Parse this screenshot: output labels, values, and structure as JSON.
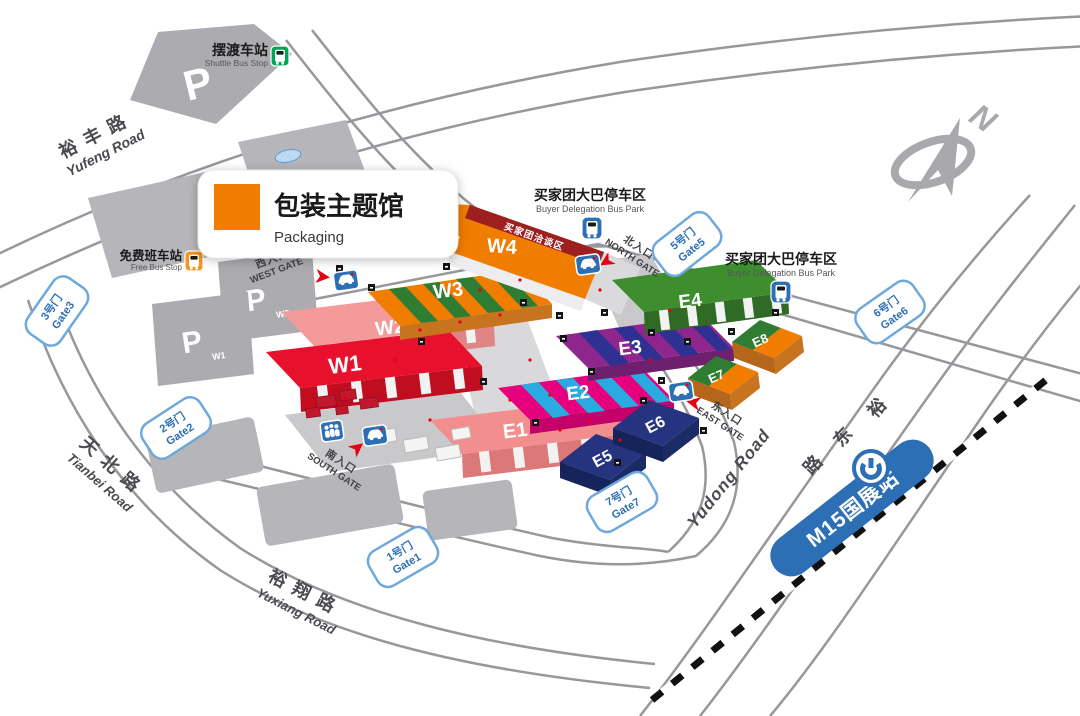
{
  "legend": {
    "swatch_color": "#F07D00",
    "title": "包装主题馆",
    "subtitle": "Packaging"
  },
  "compass": {
    "north": "N"
  },
  "roads": {
    "yufeng": {
      "zh": "裕丰路",
      "en": "Yufeng Road"
    },
    "tianbei": {
      "zh": "天北路",
      "en": "Tianbei Road"
    },
    "yuxiang": {
      "zh": "裕翔路",
      "en": "Yuxiang Road"
    },
    "yudong": {
      "en": "Yudong Road",
      "chars": [
        "裕",
        "东",
        "路"
      ]
    }
  },
  "gates": {
    "gate1": {
      "zh": "1号门",
      "en": "Gate1"
    },
    "gate2": {
      "zh": "2号门",
      "en": "Gate2"
    },
    "gate3": {
      "zh": "3号门",
      "en": "Gate3"
    },
    "gate5": {
      "zh": "5号门",
      "en": "Gate5"
    },
    "gate6": {
      "zh": "6号门",
      "en": "Gate6"
    },
    "gate7": {
      "zh": "7号门",
      "en": "Gate7"
    }
  },
  "entrances": {
    "west": {
      "zh": "西入口",
      "en": "WEST GATE"
    },
    "north": {
      "zh": "北入口",
      "en": "NORTH GATE"
    },
    "south": {
      "zh": "南入口",
      "en": "SOUTH GATE"
    },
    "east": {
      "zh": "东入口",
      "en": "EAST GATE"
    }
  },
  "transit": {
    "shuttle": {
      "zh": "摆渡车站",
      "en": "Shuttle Bus Stop",
      "color": "#00A650"
    },
    "free_bus": {
      "zh": "免费班车站",
      "en": "Free Bus Stop",
      "color": "#F7941D"
    },
    "buyer_bus_north": {
      "zh": "买家团大巴停车区",
      "en": "Buyer Delegation Bus Park",
      "color": "#2D6FB5"
    },
    "buyer_bus_east": {
      "zh": "买家团大巴停车区",
      "en": "Buyer Delegation Bus Park",
      "color": "#2D6FB5"
    },
    "metro": {
      "label": "M15国展站",
      "color": "#2D6FB5"
    }
  },
  "parking": {
    "main": "P",
    "w1": {
      "p": "P",
      "sub": "W1"
    },
    "w2": {
      "p": "P",
      "sub": "W2"
    }
  },
  "halls": {
    "w1": {
      "id": "W1",
      "color": "#E8112D"
    },
    "w2": {
      "id": "W2",
      "color": "#F49A9A"
    },
    "w3": {
      "id": "W3",
      "color": "#F07D00",
      "stripe": "#2E7D32"
    },
    "w4": {
      "id": "W4",
      "color": "#F07D00",
      "banner": "买家团洽谈区",
      "banner_color": "#9E1F1F"
    },
    "e1": {
      "id": "E1",
      "color": "#F28E8E"
    },
    "e2": {
      "id": "E2",
      "color": "#E6007E",
      "stripe": "#29ABE2"
    },
    "e3": {
      "id": "E3",
      "color": "#8E268E",
      "stripe": "#2E3192"
    },
    "e4": {
      "id": "E4",
      "color": "#3E8E2F"
    },
    "e5": {
      "id": "E5",
      "color": "#26337E"
    },
    "e6": {
      "id": "E6",
      "color": "#26337E"
    },
    "e7": {
      "id": "E7",
      "color_green": "#2E7D32",
      "color_orange": "#F07D00"
    },
    "e8": {
      "id": "E8",
      "color_green": "#2E7D32",
      "color_orange": "#F07D00"
    }
  }
}
